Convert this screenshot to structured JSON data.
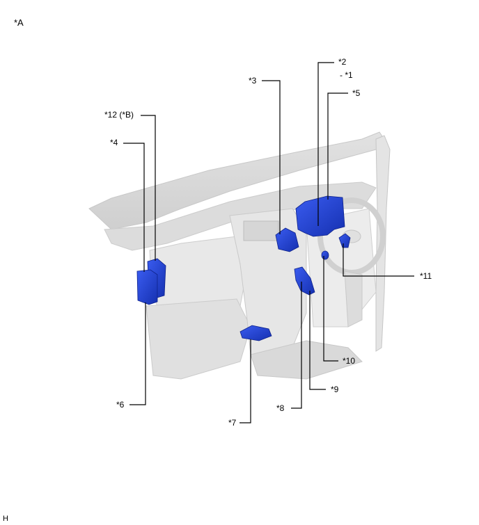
{
  "figure": {
    "view_label": "*A",
    "corner_code": "H",
    "subject": "instrument-panel-component-locations",
    "highlight_color": "#1f3fd0",
    "callouts": [
      {
        "id": "c1",
        "text": "- *1"
      },
      {
        "id": "c2",
        "text": "*2"
      },
      {
        "id": "c3",
        "text": "*3"
      },
      {
        "id": "c4",
        "text": "*4"
      },
      {
        "id": "c5",
        "text": "*5"
      },
      {
        "id": "c6",
        "text": "*6"
      },
      {
        "id": "c7",
        "text": "*7"
      },
      {
        "id": "c8",
        "text": "*8"
      },
      {
        "id": "c9",
        "text": "*9"
      },
      {
        "id": "c10",
        "text": "*10"
      },
      {
        "id": "c11",
        "text": "*11"
      },
      {
        "id": "c12",
        "text": "*12 (*B)"
      }
    ]
  }
}
